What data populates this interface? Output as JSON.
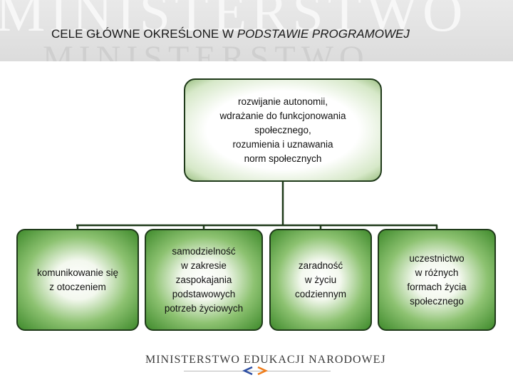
{
  "header": {
    "watermark_text": "MINISTERSTWO",
    "title_main": "CELE GŁÓWNE OKREŚLONE W ",
    "title_italic": "PODSTAWIE PROGRAMOWEJ"
  },
  "diagram": {
    "root": {
      "lines": [
        "rozwijanie autonomii,",
        "wdrażanie do funkcjonowania",
        "społecznego,",
        "rozumienia i uznawania",
        "norm społecznych"
      ]
    },
    "children": [
      {
        "lines": [
          "komunikowanie się",
          "z otoczeniem"
        ]
      },
      {
        "lines": [
          "samodzielność",
          "w zakresie",
          "zaspokajania",
          "podstawowych",
          "potrzeb życiowych"
        ]
      },
      {
        "lines": [
          "zaradność",
          "w życiu",
          "codziennym"
        ]
      },
      {
        "lines": [
          "uczestnictwo",
          "w różnych",
          "formach życia",
          "społecznego"
        ]
      }
    ]
  },
  "footer": {
    "ministry_name": "MINISTERSTWO EDUKACJI NARODOWEJ",
    "logo_colors": [
      "#2e4fa3",
      "#f07d1a"
    ]
  }
}
